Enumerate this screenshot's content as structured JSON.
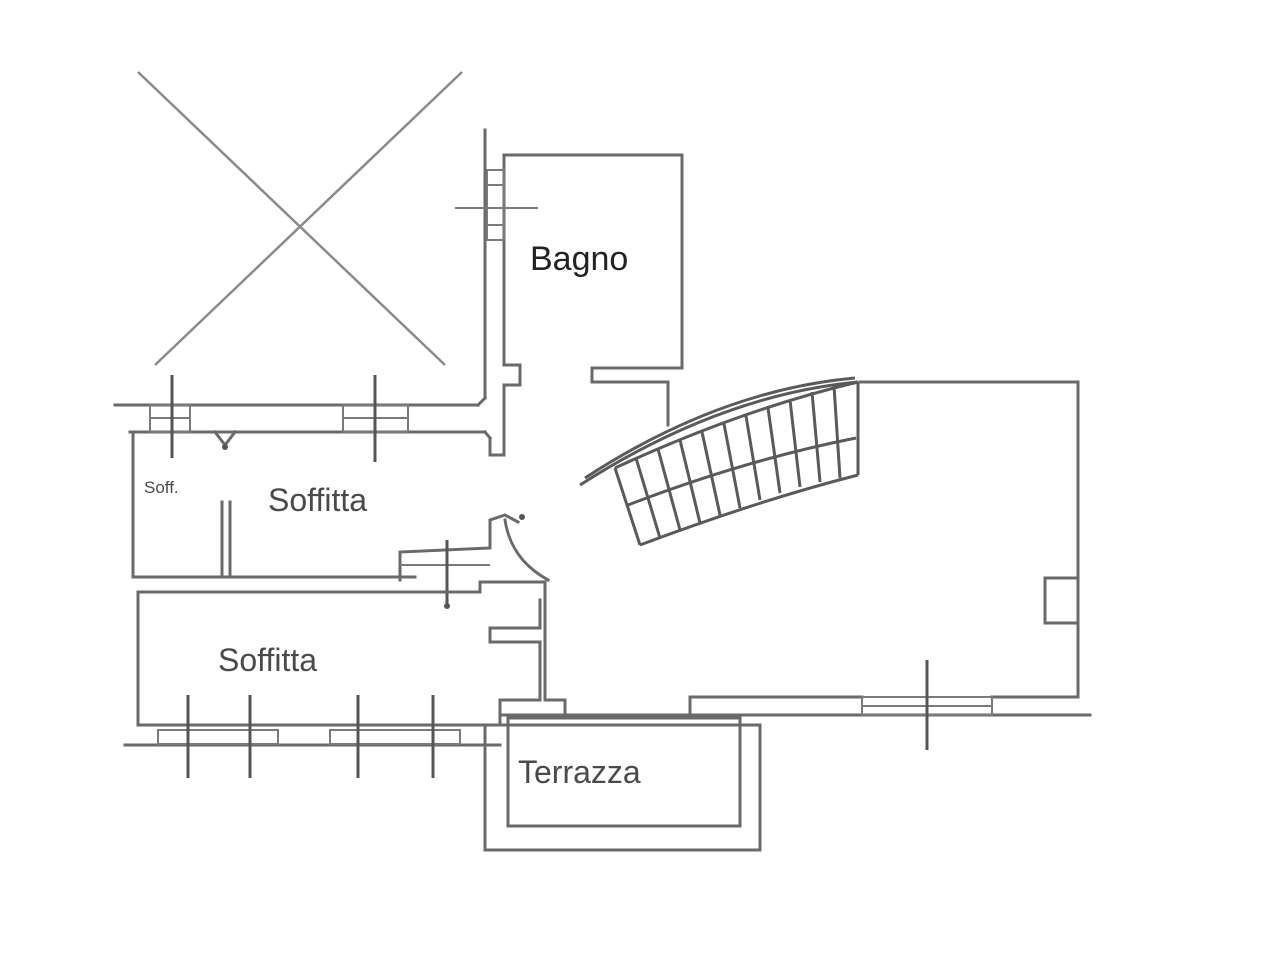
{
  "plan": {
    "rooms": [
      {
        "label": "Bagno"
      },
      {
        "label": "Soffitta"
      },
      {
        "label": "Soffitta"
      },
      {
        "label": "Soff."
      },
      {
        "label": "Terrazza"
      }
    ]
  },
  "colors": {
    "wall": "#6a6a6a",
    "background": "#ffffff",
    "text": "#4a4a4a"
  }
}
